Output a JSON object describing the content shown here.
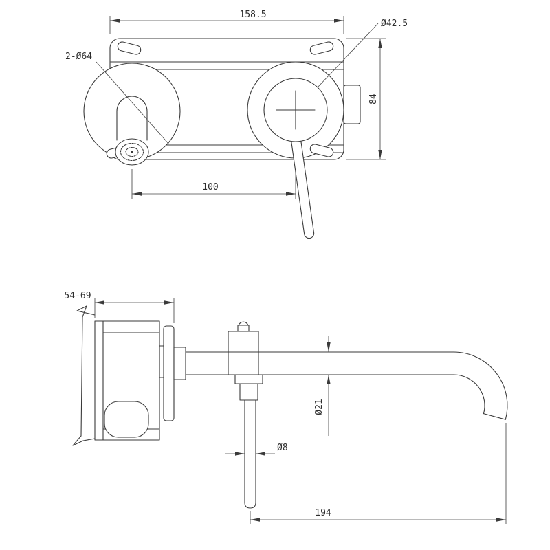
{
  "colors": {
    "background": "#ffffff",
    "line": "#3a3a3a"
  },
  "front_view": {
    "plate_width": "158.5",
    "handle_diameter": "Ø42.5",
    "escutcheon_diameters": "2-Ø64",
    "plate_height": "84",
    "center_distance": "100"
  },
  "side_view": {
    "wall_depth": "54-69",
    "spout_diameter": "Ø21",
    "rod_diameter": "Ø8",
    "spout_reach": "194"
  }
}
